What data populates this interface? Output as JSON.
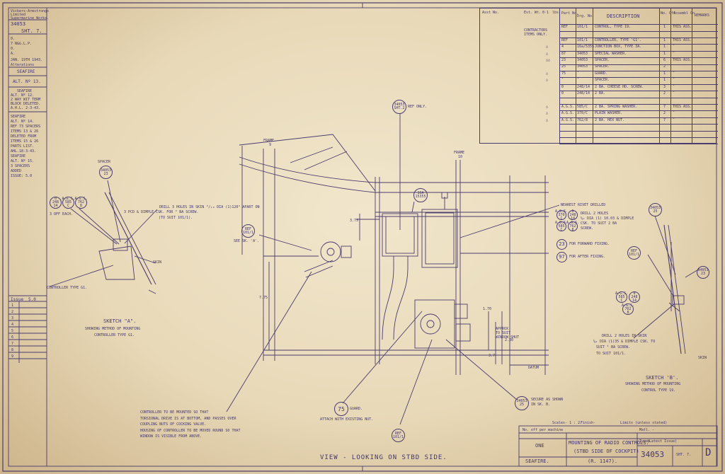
{
  "left_strip": {
    "maker": [
      "Vickers-Armstrongs",
      "Limited",
      "Supermarine Works."
    ],
    "number": "34053",
    "sheet": "SHT. 7.",
    "entries": [
      "0.",
      "7 N&G.L.P.",
      "0.",
      "A.",
      "JAN. 19TH 1943.",
      "Alterations"
    ],
    "alt1": "SEAFIRE",
    "alt1_no": "ALT. Nº 13.",
    "alt2": [
      "SEAFIRE",
      "ALT. Nº 12.",
      "2 WAY WIT TERM",
      "BLOCK DELETED.",
      "A.H.L. 2-3-43."
    ],
    "notes": [
      "SEAFIRE",
      "ALT. Nº 14.",
      "REF 73 SPACERS",
      "ITEMS 13 & 26",
      "DELETED FROM",
      "ITEMS 15 & 26",
      "PARTS LIST.",
      "AHL.18-3-43.",
      "SEAFIRE",
      "ALT. Nº 15.",
      "3 SPACERS",
      "ADDED",
      "ISSUE: 5.0"
    ],
    "issue_label": "Issue",
    "issue_value": "5.0",
    "issue_rows": [
      "1",
      "2",
      "3",
      "4",
      "5",
      "6",
      "7",
      "8",
      "9"
    ]
  },
  "parts_table": {
    "head_left": {
      "asst_no": "Asst No.",
      "est_wt": "Est. Wt.",
      "est_wt_val": "0·1",
      "lbs": "lbs",
      "contractors": "CONTRACTORS",
      "items_only": "ITEMS ONLY."
    },
    "headers": [
      "Part No.",
      "Drg. No.",
      "DESCRIPTION",
      "No. Off",
      "Assembl On",
      "REMARKS"
    ],
    "rows": [
      {
        "part": "REF",
        "drg": "101/1",
        "desc": "CONTROL, TYPE 19.",
        "off": "1",
        "on": "THIS ASS.",
        "flag": ""
      },
      {
        "part": "",
        "drg": "",
        "desc": "",
        "off": "",
        "on": "",
        "flag": ""
      },
      {
        "part": "REF",
        "drg": "101/1",
        "desc": "CONTROLLER, TYPE 'G1'.",
        "off": "1",
        "on": "THIS ASS.",
        "flag": ""
      },
      {
        "part": "4",
        "drg": "16a/5355",
        "desc": "JUNCTION BOX, TYPE 3A.",
        "off": "1",
        "on": "″",
        "flag": "△"
      },
      {
        "part": "87",
        "drg": "34053",
        "desc": "SPECIAL WASHER.",
        "off": "1",
        "on": "″",
        "flag": "△"
      },
      {
        "part": "23",
        "drg": "34053",
        "desc": "SPACER.",
        "off": "6",
        "on": "THIS ASS.",
        "flag": "△△"
      },
      {
        "part": "25",
        "drg": "34053",
        "desc": "SPACER.",
        "off": "2",
        "on": "″",
        "flag": ""
      },
      {
        "part": "75",
        "drg": "″",
        "desc": "GUARD.",
        "off": "1",
        "on": "″",
        "flag": "△"
      },
      {
        "part": "″",
        "drg": "″",
        "desc": "SPACER.",
        "off": "1",
        "on": "″",
        "flag": "△"
      },
      {
        "part": "0",
        "drg": "248/14",
        "desc": "2 BA. CHEESE HD. SCREW.",
        "off": "3",
        "on": "″",
        "flag": ""
      },
      {
        "part": "0",
        "drg": "248/14",
        "desc": "2 BA.",
        "off": "2",
        "on": "″",
        "flag": ""
      },
      {
        "part": "",
        "drg": "",
        "desc": "",
        "off": "",
        "on": "",
        "flag": ""
      },
      {
        "part": "A.G.S.",
        "drg": "585/C",
        "desc": "2 BA. SPRING WASHER.",
        "off": "7",
        "on": "THIS ASS.",
        "flag": "△"
      },
      {
        "part": "A.G.S.",
        "drg": "370/C",
        "desc": "PLAIN WASHER.",
        "off": "2",
        "on": "″",
        "flag": "△"
      },
      {
        "part": "A.G.S.",
        "drg": "762/8",
        "desc": "2 BA. HEX NUT.",
        "off": "7",
        "on": "″",
        "flag": "△"
      },
      {
        "part": "",
        "drg": "",
        "desc": "",
        "off": "",
        "on": "",
        "flag": ""
      },
      {
        "part": "",
        "drg": "",
        "desc": "",
        "off": "",
        "on": "",
        "flag": ""
      },
      {
        "part": "",
        "drg": "",
        "desc": "",
        "off": "",
        "on": "",
        "flag": ""
      }
    ]
  },
  "sketch_a": {
    "title": "SKETCH \"A\".",
    "caption": [
      "SHOWING METHOD OF MOUNTING",
      "CONTROLLER TYPE G1."
    ],
    "spacer_label": "SPACER",
    "spacer_tag": "34053\n23",
    "tags": [
      "0\n248\n14",
      "A.G.S.\n585\nC",
      "A.G.S.\n762\n8"
    ],
    "three_off": "3 OFF EACH.",
    "drill_note": [
      "DRILL 3 HOLES IN SKIN ²/₁₈ DIA (1)120° APART ON",
      "3 PCD & DIMPLE CSK. FOR ² BA SCREW.",
      "(TO SUIT 101/1)."
    ],
    "skin": "SKIN",
    "controller": "CONTROLLER TYPE G1."
  },
  "main": {
    "frame9": [
      "FRAME",
      "9"
    ],
    "frame10": [
      "FRAME",
      "10"
    ],
    "ref_top": "REF ONLY.",
    "ref_top_tag": "34053\nSHT.2",
    "dim_375": "3.75",
    "ref_sk": "REF\n101/1",
    "see_sk": "SEE SK. 'A'.",
    "jb_tag": "16A\n15355",
    "rivet": "NEAREST RIVET DRILLED",
    "drill2": [
      "DRILL 2 HOLES",
      "⅓₂ DIA (1) 10.03 & DIMPLE",
      "CSK. TO SUIT 2 BA",
      "SCREW."
    ],
    "drill2_tags": [
      "A.G.S.\n370\nC",
      "0\n248\n14",
      "A.G.S.\n585\nC",
      "A.G.S.\n762\n8"
    ],
    "fwd_fix_tag": "23",
    "fwd_fix": "FOR FORWARD FIXING.",
    "aft_fix_tag": "97",
    "aft_fix": "FOR AFTER FIXING.",
    "dim_775": "7.75",
    "dim_170": "1.70",
    "dim_230": "2.30",
    "dim_37": "3.7",
    "datum": "DATUM",
    "note_approx": [
      "APPROX",
      "TO SUIT",
      "WINDOW SHUT"
    ],
    "ctrl_notes": [
      "CONTROLLER TO BE MOUNTED SO THAT",
      "TORSIONAL DRIVE IS AT BOTTOM, AND PASSES OVER",
      "COUPLING NUTS OF COCKING VALVE.",
      "HOUSING OF CONTROLLER TO BE MOVED ROUND SO THAT",
      "WINDOW IS VISIBLE FROM ABOVE."
    ],
    "guard_tag": "75",
    "guard_label": "GUARD.",
    "attach": "ATTACH WITH EXISTING NUT.",
    "secure_tag": "34053\n25",
    "secure": [
      "SECURE AS SHOWN",
      "IN SK. B."
    ],
    "ref_bottom": "REF\n101/1",
    "view": "VIEW - LOOKING ON STBD SIDE."
  },
  "sketch_b": {
    "top_tag": "34053\n25",
    "ref_tag": "REF\n101/1",
    "tag_right": "34053\n23",
    "tags": [
      "A.G.S.\n585\nC",
      "0\n248\n14",
      "A.G.S.\n762\n8"
    ],
    "drill": [
      "DRILL 2 HOLES IN SKIN",
      "⅓₂ DIA (1)35 & DIMPLE CSK. TO",
      "SUIT ² BA SCREW.",
      "TO SUIT 101/1."
    ],
    "title": "SKETCH 'B'.",
    "caption": [
      "SHOWING METHOD OF MOUNTING",
      "CONTROL TYPE 19."
    ],
    "skin": "SKIN"
  },
  "title_block": {
    "scale": "Scales- 1 : 2.",
    "finish": "Finish-",
    "limits": "Limits (unless stated)",
    "no_off_label": "No. off per machine",
    "no_off": "ONE",
    "title1": "MOUNTING OF RADIO CONTROLS.",
    "title2": "(STBD SIDE OF COCKPIT)",
    "title3": "(R. 1147).",
    "aircraft": "SEAFIRE.",
    "matl": "Matl. -",
    "types": "Types",
    "types2": "(Latest Issue)",
    "number": "34053",
    "sheet": "SHT. 7.",
    "rev": "D"
  }
}
